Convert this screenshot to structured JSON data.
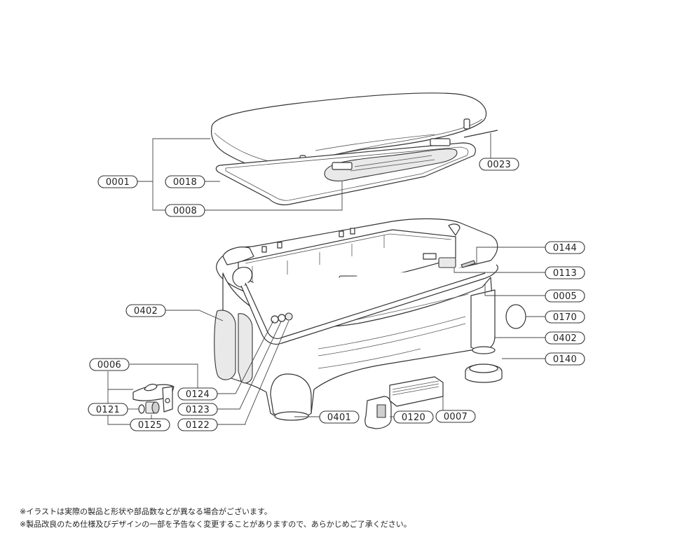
{
  "labels": {
    "p0001": "0001",
    "p0018": "0018",
    "p0008": "0008",
    "p0023": "0023",
    "p0144": "0144",
    "p0113": "0113",
    "p0005": "0005",
    "p0170": "0170",
    "p0402_right": "0402",
    "p0402_left": "0402",
    "p0140": "0140",
    "p0006": "0006",
    "p0124": "0124",
    "p0121": "0121",
    "p0123": "0123",
    "p0125": "0125",
    "p0122": "0122",
    "p0401": "0401",
    "p0120": "0120",
    "p0007": "0007"
  },
  "notes": {
    "line1": "※イラストは実際の製品と形状や部品数などが異なる場合がございます。",
    "line2": "※製品改良のため仕様及びデザインの一部を予告なく変更することがありますので、あらかじめご了承ください。"
  }
}
